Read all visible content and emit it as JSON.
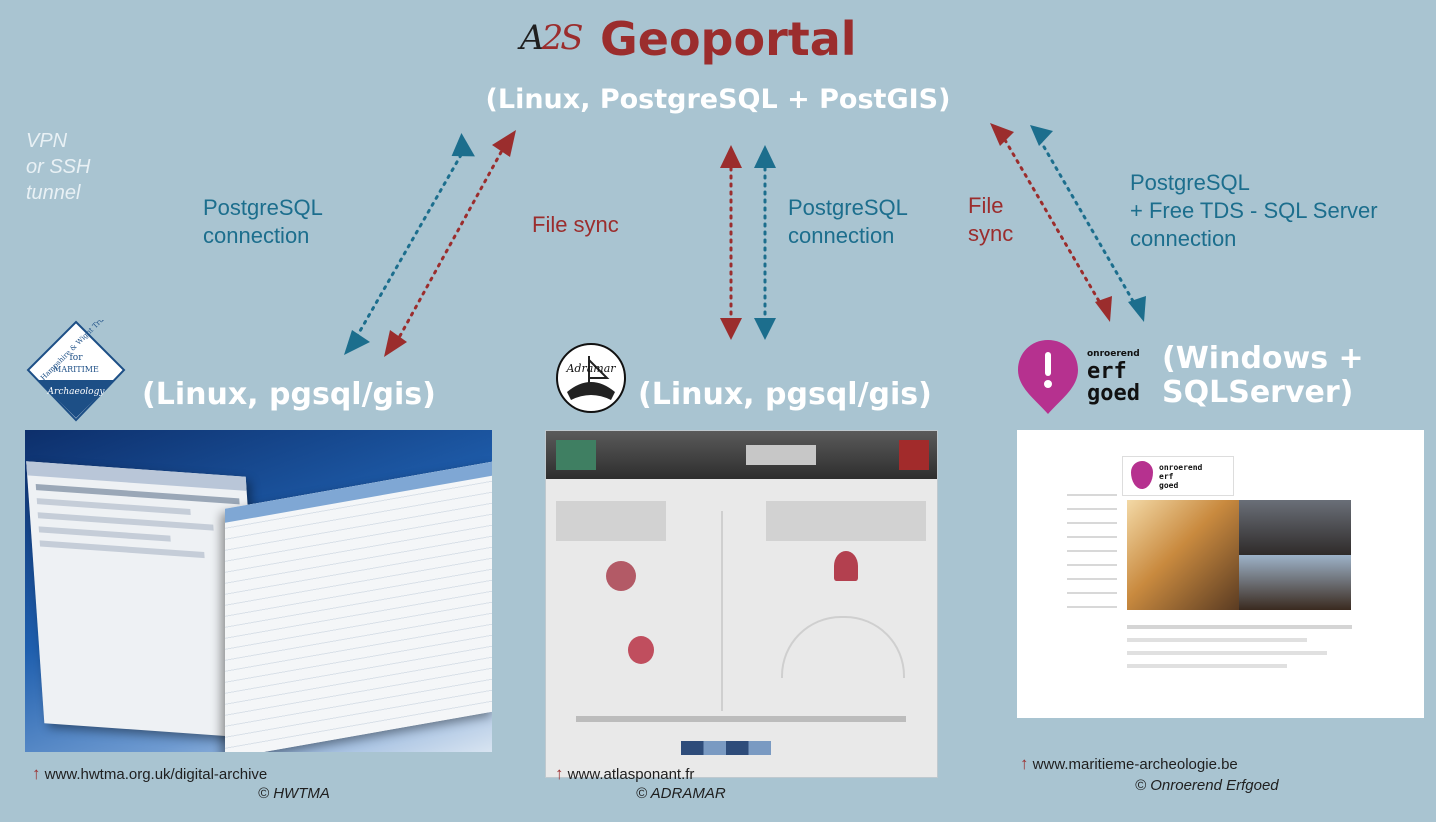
{
  "header": {
    "logo_text_a": "A",
    "logo_text_2s": "2S",
    "title": "Geoportal",
    "subtitle": "(Linux, PostgreSQL + PostGIS)"
  },
  "vpn_note": {
    "line1": "VPN",
    "line2": "or SSH",
    "line3": "tunnel"
  },
  "connections": {
    "left_pg_line1": "PostgreSQL",
    "left_pg_line2": "connection",
    "left_sync": "File sync",
    "mid_pg_line1": "PostgreSQL",
    "mid_pg_line2": "connection",
    "right_sync_line1": "File",
    "right_sync_line2": "sync",
    "right_pg_line1": "PostgreSQL",
    "right_pg_line2": "+ Free TDS - SQL Server",
    "right_pg_line3": "connection"
  },
  "nodes": [
    {
      "heading": "(Linux, pgsql/gis)",
      "logo_text_top": "Hampshire & Wight Trust",
      "logo_text_for": "for",
      "logo_text_mid": "MARITIME",
      "logo_text_bottom": "Archaeology",
      "url": "www.hwtma.org.uk/digital-archive",
      "credit": "© HWTMA"
    },
    {
      "heading": "(Linux, pgsql/gis)",
      "logo_text": "Adramar",
      "url": "www.atlasponant.fr",
      "credit": "© ADRAMAR"
    },
    {
      "heading_line1": "(Windows +",
      "heading_line2": "SQLServer)",
      "logo_small": "onroerend",
      "logo_erf": "erf",
      "logo_goed": "goed",
      "url": "www.maritieme-archeologie.be",
      "credit": "© Onroerend Erfgoed"
    }
  ],
  "colors": {
    "background": "#a9c4d1",
    "red": "#9b2d2d",
    "teal": "#1c6e8d",
    "white": "#ffffff",
    "purple_logo": "#b6318f"
  }
}
